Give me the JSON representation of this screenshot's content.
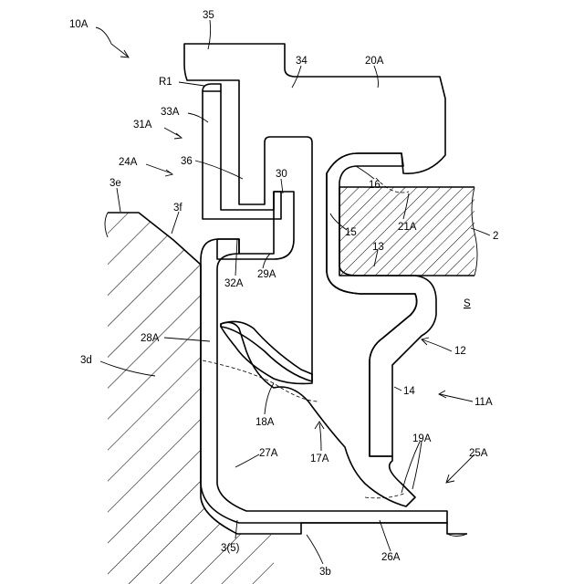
{
  "figure": {
    "labels": {
      "l10A": "10A",
      "l35": "35",
      "l34": "34",
      "l20A": "20A",
      "lR1": "R1",
      "l33A": "33A",
      "l31A": "31A",
      "l24A": "24A",
      "l36": "36",
      "l30": "30",
      "l3e": "3e",
      "l3f": "3f",
      "l16": "16",
      "l21A": "21A",
      "l15": "15",
      "l2": "2",
      "l13": "13",
      "l32A": "32A",
      "l29A": "29A",
      "lS": "S",
      "l28A": "28A",
      "l12": "12",
      "l3d": "3d",
      "l14": "14",
      "l11A": "11A",
      "l18A": "18A",
      "l17A": "17A",
      "l27A": "27A",
      "l19A": "19A",
      "l25A": "25A",
      "l3_5": "3(5)",
      "l3b": "3b",
      "l26A": "26A"
    }
  }
}
